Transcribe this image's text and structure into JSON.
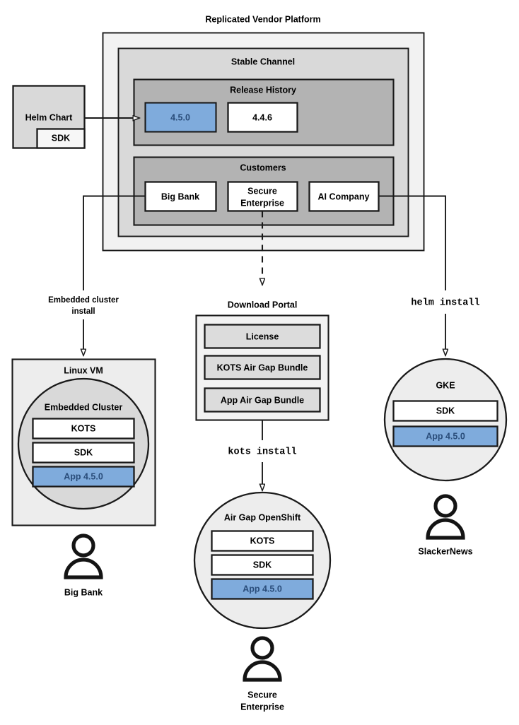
{
  "title": "Replicated Vendor Platform",
  "colors": {
    "accent_blue_fill": "#7FABDC",
    "accent_blue_stroke": "#3A78B5",
    "accent_blue_text": "#2a4d7a",
    "outer_panel": "#f2f2f2",
    "channel_panel": "#d9d9d9",
    "inner_panel": "#b3b3b3",
    "light_box": "#dcdcdc",
    "white_box": "#ffffff",
    "stroke": "#1a1a1a"
  },
  "platform": {
    "title": "Replicated Vendor Platform",
    "channel": {
      "title": "Stable Channel",
      "release_history": {
        "title": "Release History",
        "releases": [
          {
            "version": "4.5.0",
            "highlighted": true
          },
          {
            "version": "4.4.6",
            "highlighted": false
          }
        ]
      },
      "customers": {
        "title": "Customers",
        "items": [
          {
            "name": "Big Bank"
          },
          {
            "name": "Secure Enterprise"
          },
          {
            "name": "AI Company"
          }
        ]
      }
    }
  },
  "helm_chart": {
    "title": "Helm Chart",
    "sdk_label": "SDK"
  },
  "connectors": [
    {
      "id": "embedded-cluster-install",
      "label_line1": "Embedded cluster",
      "label_line2": "install",
      "style": "solid",
      "font": "sans"
    },
    {
      "id": "kots-install",
      "label": "kots install",
      "style": "solid",
      "font": "mono"
    },
    {
      "id": "helm-install",
      "label": "helm install",
      "style": "solid",
      "font": "mono"
    },
    {
      "id": "secure-enterprise-to-portal",
      "label": "",
      "style": "dashed",
      "font": "sans"
    },
    {
      "id": "helm-chart-to-release",
      "label": "",
      "style": "solid",
      "font": "sans"
    }
  ],
  "download_portal": {
    "title": "Download Portal",
    "items": [
      {
        "label": "License"
      },
      {
        "label": "KOTS Air Gap Bundle"
      },
      {
        "label": "App Air Gap Bundle"
      }
    ]
  },
  "targets": [
    {
      "id": "linux-vm",
      "shape": "rect",
      "title": "Linux VM",
      "inner": {
        "title": "Embedded Cluster",
        "shape": "circle",
        "components": [
          {
            "label": "KOTS",
            "highlighted": false
          },
          {
            "label": "SDK",
            "highlighted": false
          },
          {
            "label": "App 4.5.0",
            "highlighted": true
          }
        ]
      },
      "owner": "Big Bank"
    },
    {
      "id": "air-gap-openshift",
      "shape": "circle",
      "title": "Air Gap OpenShift",
      "components": [
        {
          "label": "KOTS",
          "highlighted": false
        },
        {
          "label": "SDK",
          "highlighted": false
        },
        {
          "label": "App 4.5.0",
          "highlighted": true
        }
      ],
      "owner_line1": "Secure",
      "owner_line2": "Enterprise"
    },
    {
      "id": "gke",
      "shape": "circle",
      "title": "GKE",
      "components": [
        {
          "label": "SDK",
          "highlighted": false
        },
        {
          "label": "App 4.5.0",
          "highlighted": true
        }
      ],
      "owner": "SlackerNews"
    }
  ],
  "icons": {
    "person": "person-icon",
    "arrowhead": "arrowhead-icon"
  }
}
